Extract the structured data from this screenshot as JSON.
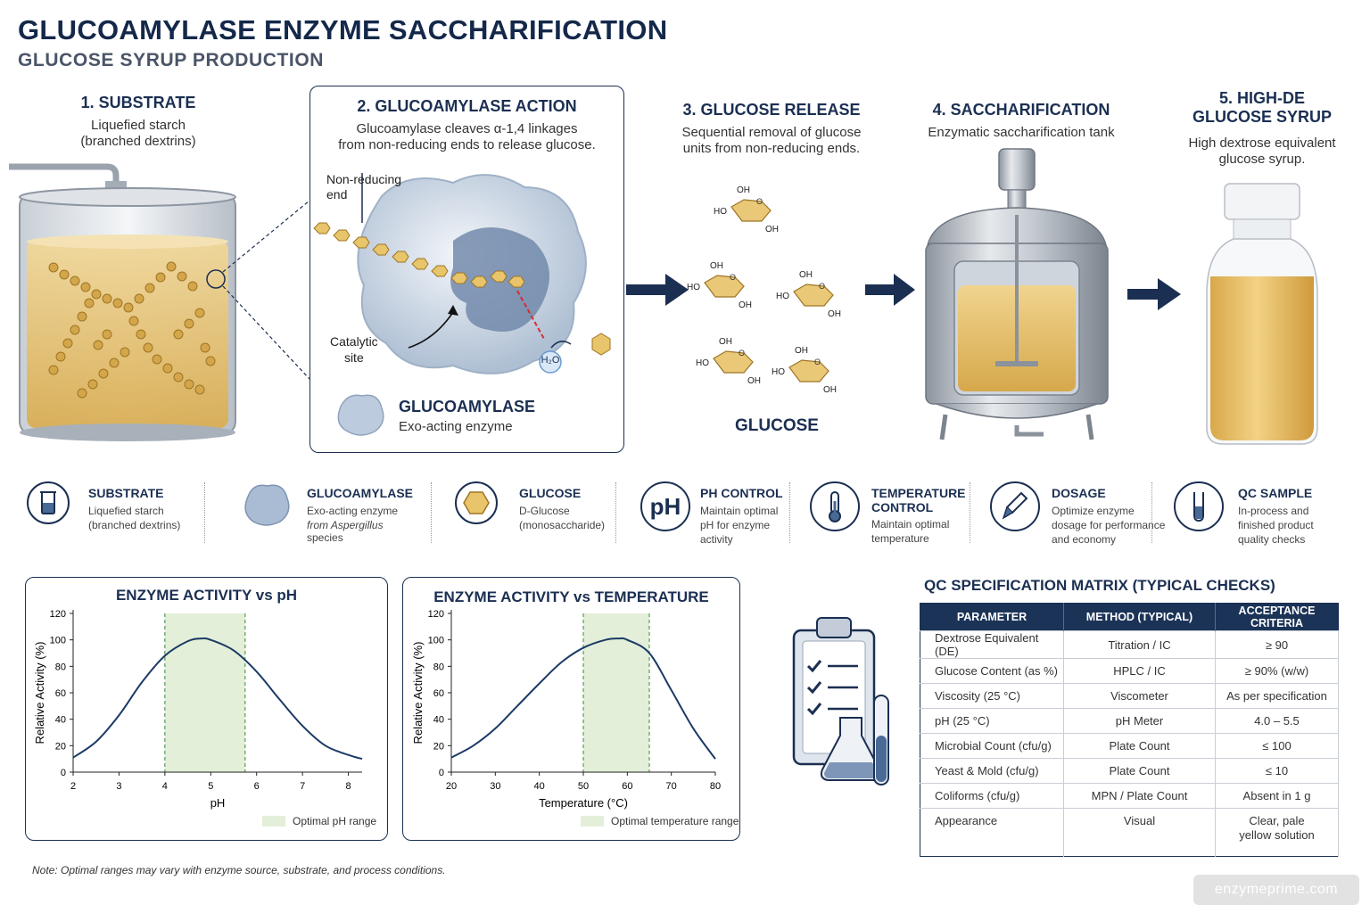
{
  "header": {
    "title": "GLUCOAMYLASE ENZYME SACCHARIFICATION",
    "subtitle": "GLUCOSE SYRUP PRODUCTION"
  },
  "steps": [
    {
      "title": "1. SUBSTRATE",
      "desc_line1": "Liquefied starch",
      "desc_line2": "(branched dextrins)"
    },
    {
      "title": "2. GLUCOAMYLASE ACTION",
      "desc_line1": "Glucoamylase cleaves α-1,4 linkages",
      "desc_line2": "from non-reducing ends to release glucose."
    },
    {
      "title": "3. GLUCOSE RELEASE",
      "desc_line1": "Sequential removal of glucose",
      "desc_line2": "units from non-reducing ends."
    },
    {
      "title": "4. SACCHARIFICATION",
      "desc_line1": "Enzymatic saccharification tank",
      "desc_line2": ""
    },
    {
      "title_line1": "5. HIGH-DE",
      "title_line2": "GLUCOSE SYRUP",
      "desc_line1": "High dextrose equivalent",
      "desc_line2": "glucose syrup."
    }
  ],
  "enzyme_detail": {
    "non_reducing_line1": "Non-reducing",
    "non_reducing_line2": "end",
    "catalytic_line1": "Catalytic",
    "catalytic_line2": "site",
    "water": "H₂O",
    "enzyme_name": "GLUCOAMYLASE",
    "enzyme_desc": "Exo-acting enzyme"
  },
  "glucose_diagram": {
    "label": "GLUCOSE",
    "oh": "OH",
    "ho": "HO",
    "ring_o": "O"
  },
  "legend": [
    {
      "title": "SUBSTRATE",
      "lines": [
        "Liquefied starch",
        "(branched dextrins)"
      ],
      "icon": "beaker-icon"
    },
    {
      "title": "GLUCOAMYLASE",
      "lines": [
        "Exo-acting enzyme",
        "from Aspergillus",
        "species"
      ],
      "icon": "enzyme-icon"
    },
    {
      "title": "GLUCOSE",
      "lines": [
        "D-Glucose",
        "(monosaccharide)"
      ],
      "icon": "hexagon-icon"
    },
    {
      "title": "PH CONTROL",
      "lines": [
        "Maintain optimal",
        "pH for enzyme",
        "activity"
      ],
      "icon": "ph-icon",
      "icon_text": "pH"
    },
    {
      "title_line1": "TEMPERATURE",
      "title_line2": "CONTROL",
      "lines": [
        "Maintain optimal",
        "temperature"
      ],
      "icon": "thermometer-icon"
    },
    {
      "title": "DOSAGE",
      "lines": [
        "Optimize enzyme",
        "dosage for performance",
        "and economy"
      ],
      "icon": "dropper-icon"
    },
    {
      "title": "QC SAMPLE",
      "lines": [
        "In-process and",
        "finished product",
        "quality checks"
      ],
      "icon": "test-tube-icon"
    }
  ],
  "chart_data": [
    {
      "type": "line",
      "title": "ENZYME ACTIVITY vs pH",
      "xlabel": "pH",
      "ylabel": "Relative Activity (%)",
      "xlim": [
        2,
        8.3
      ],
      "ylim": [
        0,
        120
      ],
      "xticks": [
        2,
        3,
        4,
        5,
        6,
        7,
        8
      ],
      "yticks": [
        0,
        20,
        40,
        60,
        80,
        100,
        120
      ],
      "optimal_range": [
        4.0,
        5.75
      ],
      "legend": "Optimal pH range",
      "x": [
        2.0,
        2.5,
        3.0,
        3.5,
        4.0,
        4.5,
        4.8,
        5.0,
        5.5,
        6.0,
        6.5,
        7.0,
        7.5,
        8.0,
        8.3
      ],
      "y": [
        11,
        23,
        43,
        68,
        88,
        99,
        101,
        100,
        92,
        76,
        55,
        35,
        20,
        13,
        10
      ]
    },
    {
      "type": "line",
      "title": "ENZYME ACTIVITY vs TEMPERATURE",
      "xlabel": "Temperature (°C)",
      "ylabel": "Relative Activity (%)",
      "xlim": [
        20,
        80
      ],
      "ylim": [
        0,
        120
      ],
      "xticks": [
        20,
        30,
        40,
        50,
        60,
        70,
        80
      ],
      "yticks": [
        0,
        20,
        40,
        60,
        80,
        100,
        120
      ],
      "optimal_range": [
        50,
        65
      ],
      "legend": "Optimal temperature range",
      "x": [
        20,
        25,
        30,
        35,
        40,
        45,
        50,
        55,
        58,
        60,
        65,
        70,
        75,
        80
      ],
      "y": [
        11,
        20,
        33,
        50,
        67,
        83,
        94,
        100,
        101,
        100,
        90,
        62,
        33,
        10
      ]
    }
  ],
  "qc": {
    "title": "QC SPECIFICATION MATRIX (TYPICAL CHECKS)",
    "columns": [
      "PARAMETER",
      "METHOD (TYPICAL)",
      "ACCEPTANCE CRITERIA"
    ],
    "rows": [
      [
        "Dextrose Equivalent (DE)",
        "Titration / IC",
        "≥ 90"
      ],
      [
        "Glucose Content (as %)",
        "HPLC / IC",
        "≥ 90% (w/w)"
      ],
      [
        "Viscosity (25 °C)",
        "Viscometer",
        "As per specification"
      ],
      [
        "pH (25 °C)",
        "pH Meter",
        "4.0 – 5.5"
      ],
      [
        "Microbial Count (cfu/g)",
        "Plate Count",
        "≤ 100"
      ],
      [
        "Yeast & Mold (cfu/g)",
        "Plate Count",
        "≤ 10"
      ],
      [
        "Coliforms (cfu/g)",
        "MPN / Plate Count",
        "Absent in 1 g"
      ],
      [
        "Appearance",
        "Visual",
        "Clear, pale yellow solution"
      ]
    ]
  },
  "note": "Note: Optimal ranges may vary with enzyme source, substrate, and process conditions.",
  "watermark": "enzymeprime.com",
  "colors": {
    "navy": "#1b2f52",
    "syrup": "#e8c46a",
    "glucose": "#e9c878",
    "optimal_band": "#e3efd9",
    "curve": "#1b3a66"
  }
}
